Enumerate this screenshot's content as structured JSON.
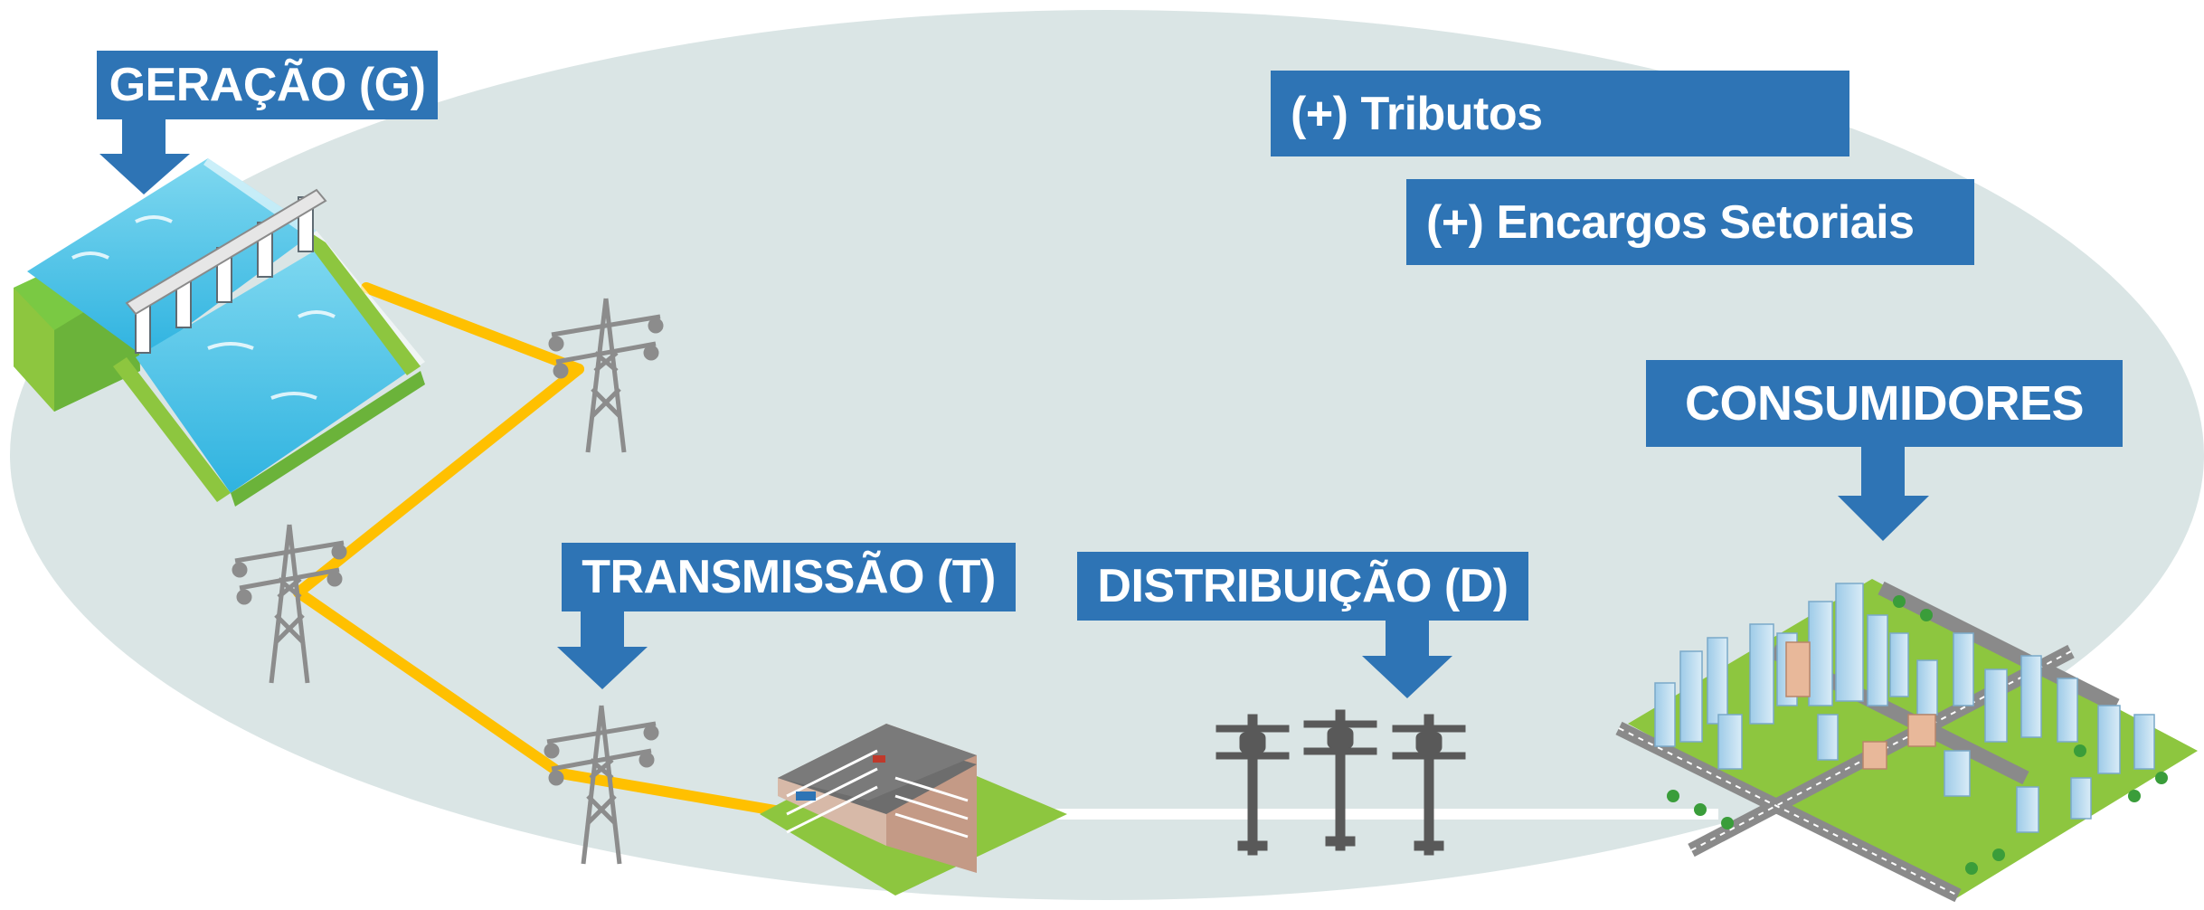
{
  "colors": {
    "box": "#2e74b5",
    "ellipse": "#dae5e5",
    "line": "#ffc000",
    "road": "#ffffff",
    "tower": "#7f7f7f",
    "pole": "#595959"
  },
  "labels": {
    "geracao": "GERAÇÃO (G)",
    "transmissao": "TRANSMISSÃO (T)",
    "distribuicao": "DISTRIBUIÇÃO (D)",
    "consumidores": "CONSUMIDORES",
    "tributos": "(+) Tributos",
    "encargos": "(+) Encargos Setoriais"
  },
  "icons": [
    "hydro-dam-icon",
    "transmission-tower-icon",
    "substation-building-icon",
    "utility-pole-icon",
    "city-icon",
    "down-arrow-icon"
  ]
}
